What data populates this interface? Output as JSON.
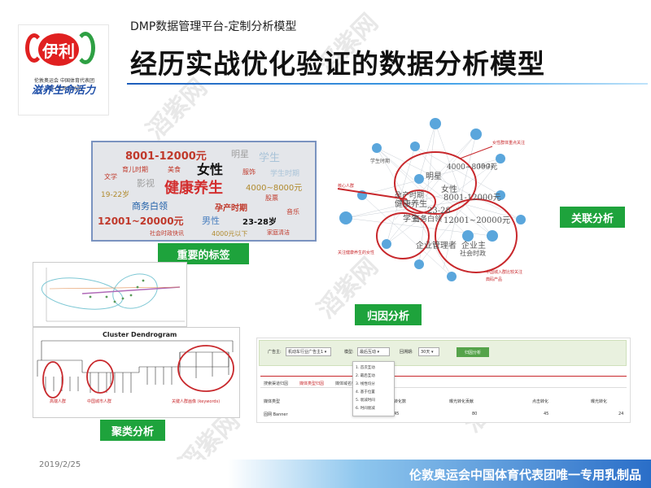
{
  "header": {
    "subtitle": "DMP数据管理平台-定制分析模型",
    "title": "经历实战优化验证的数据分析模型"
  },
  "logo": {
    "brand": "伊利",
    "line1": "伦敦奥运会 中国体育代表团",
    "line2": "唯一专用乳制品",
    "slogan": "滋养生命活力"
  },
  "watermark": "滔紫网",
  "tag_cloud": {
    "tags": [
      "8001-12000元",
      "明星",
      "学生",
      "育儿时期",
      "美食",
      "女性",
      "服饰",
      "学生时期",
      "文学",
      "影视",
      "健康养生",
      "4000~8000元",
      "19-22岁",
      "商务白领",
      "孕产时期",
      "股票",
      "音乐",
      "12001~20000元",
      "男性",
      "23-28岁",
      "社会时政快讯",
      "4000元以下",
      "家庭清洁"
    ],
    "label": "重要的标签"
  },
  "graph": {
    "labels": [
      "明星",
      "女性",
      "孕产时期",
      "健康养生",
      "学生",
      "23-28",
      "4000~8000元",
      "8001-12000元",
      "12001~20000元",
      "商务白领",
      "企业管理者",
      "企业主",
      "社会时政",
      "19-22",
      "学生时期"
    ],
    "annotations": [
      "女性群体重点关注",
      "核心人群",
      "关注健康养生的女性",
      "中国城入群比较关注",
      "典码产品"
    ],
    "label": "关联分析",
    "attr_label": "归因分析"
  },
  "cluster": {
    "title": "Cluster Dendrogram",
    "notes": [
      "高端人群",
      "中国城市人群",
      "关键人群画像 (keywords)"
    ],
    "label": "聚类分析"
  },
  "app": {
    "field1_label": "广告主:",
    "field1_value": "机动车行业广告主1 ▾",
    "field2_label": "模型:",
    "field2_value": "最后互动 ▾",
    "field3_label": "回溯期:",
    "field3_value": "30天 ▾",
    "button": "归因分析",
    "tabs": [
      "搜索渠道归因",
      "媒体类型归因",
      "媒体域名归因"
    ],
    "dropdown": [
      "1. 首次互动",
      "2. 最后互动",
      "3. 线性均分",
      "4. 基于位置",
      "5. 衰减时间",
      "6. 时间衰减"
    ],
    "columns": [
      "媒体类型",
      "转化数",
      "曝光转化贡献",
      "点击转化",
      "曝光转化"
    ],
    "row": [
      "固网 Banner",
      "45",
      "80",
      "45",
      "24"
    ]
  },
  "footer": {
    "date": "2019/2/25",
    "text": "伦敦奥运会中国体育代表团唯一专用乳制品"
  },
  "colors": {
    "accent_green": "#1ea33c",
    "red_circle": "#c8282c",
    "node_blue": "#5aa6dc"
  }
}
